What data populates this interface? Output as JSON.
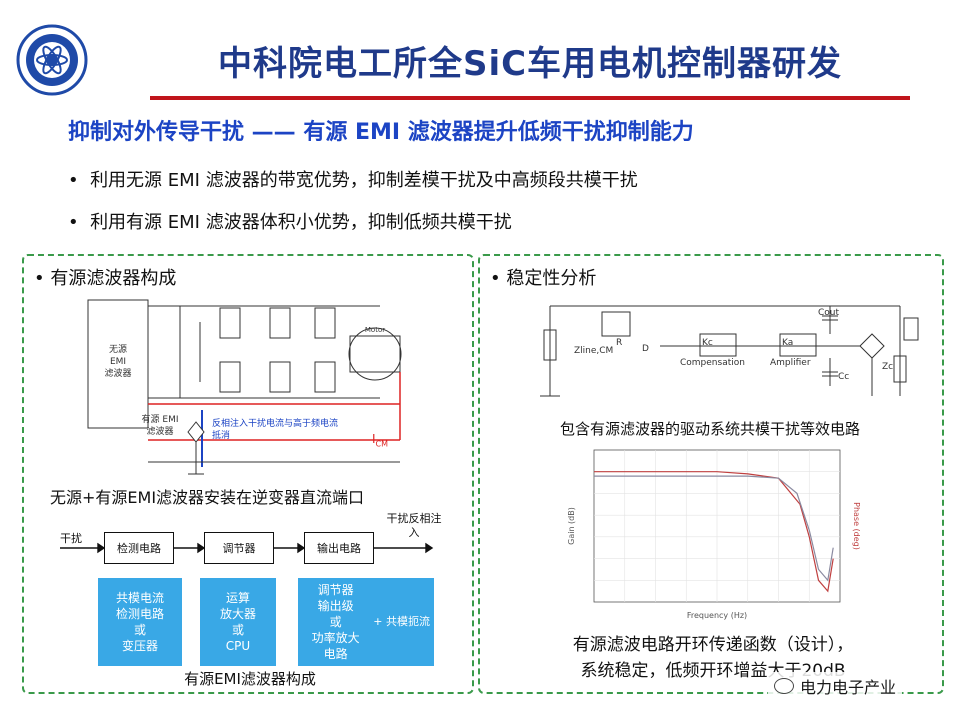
{
  "slide": {
    "title": "中科院电工所全SiC车用电机控制器研发",
    "subtitle": "抑制对外传导干扰 —— 有源 EMI 滤波器提升低频干扰抑制能力",
    "bullets": [
      "利用无源 EMI 滤波器的带宽优势，抑制差模干扰及中高频段共模干扰",
      "利用有源 EMI 滤波器体积小优势，抑制低频共模干扰"
    ]
  },
  "left_panel": {
    "title": "• 有源滤波器构成",
    "circuit_caption": "无源+有源EMI滤波器安装在逆变器直流端口",
    "labels": {
      "passive_filter": "无源 EMI 滤波器",
      "active_filter": "有源 EMI 滤波器",
      "icm": "I",
      "icm_sub": "CM",
      "annotation": "反相注入干扰电流与高于频电流抵消",
      "motor": "Motor"
    },
    "flow": {
      "input": "干扰",
      "output": "干扰反相注入",
      "blocks": [
        "检测电路",
        "调节器",
        "输出电路"
      ],
      "details": [
        "共模电流\n检测电路\n或\n变压器",
        "运算\n放大器\n或\nCPU",
        "调节器\n输出级\n或\n功率放大\n电路"
      ],
      "side_note": "+ 共模扼流",
      "caption": "有源EMI滤波器构成"
    }
  },
  "right_panel": {
    "title": "• 稳定性分析",
    "circuit": {
      "labels": [
        "Compensation",
        "Amplifier",
        "Kc",
        "Ka",
        "Cout",
        "Cc",
        "Zc",
        "Zline,CM",
        "R",
        "D"
      ],
      "caption": "包含有源滤波器的驱动系统共模干扰等效电路"
    },
    "plot_caption_1": "有源滤波电路开环传递函数（设计），",
    "plot_caption_2": "系统稳定，低频开环增益大于20dB"
  },
  "chart_data": {
    "type": "line",
    "title": "",
    "xlabel": "Frequency (Hz)",
    "ylabel_left": "Gain (dB)",
    "ylabel_right": "Phase (deg)",
    "x_scale": "log",
    "grid": true,
    "series": [
      {
        "color": "#c04040",
        "x": [
          10,
          1000,
          100000,
          1000000,
          10000000,
          50000000,
          100000000,
          200000000,
          400000000,
          600000000
        ],
        "values": [
          60,
          60,
          60,
          59,
          57,
          45,
          30,
          10,
          5,
          20
        ]
      },
      {
        "color": "#8a8aa0",
        "x": [
          10,
          1000,
          100000,
          1000000,
          10000000,
          40000000,
          100000000,
          200000000,
          400000000,
          600000000
        ],
        "values": [
          58,
          58,
          58,
          58,
          57,
          50,
          33,
          15,
          10,
          25
        ]
      }
    ]
  },
  "watermark": "电力电子产业",
  "colors": {
    "title": "#1f3a8a",
    "accent_red": "#c0151b",
    "subtitle": "#1c44c4",
    "panel_border": "#3a9a4a",
    "block_blue": "#39a8e6"
  }
}
